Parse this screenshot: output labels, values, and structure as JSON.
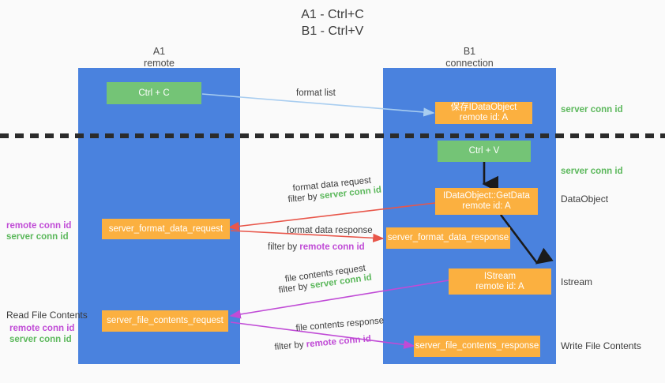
{
  "title": "A1 - Ctrl+C\nB1 - Ctrl+V",
  "columns": [
    {
      "name": "A1",
      "role": "remote",
      "header": "A1\nremote"
    },
    {
      "name": "B1",
      "role": "connection",
      "header": "B1\nconnection"
    }
  ],
  "colors": {
    "background": "#fafafa",
    "column_blue": "#4a82de",
    "box_green": "#74c476",
    "box_orange": "#fbb040",
    "server_conn_green": "#5cb85c",
    "remote_conn_purple": "#c04bd6",
    "arrow_blue": "#a8cdf0",
    "arrow_red": "#e8564a",
    "arrow_magenta": "#c04bd6",
    "arrow_black": "#1a1a1a",
    "divider_dash": "#2b2b2b",
    "text": "#3c3c3c"
  },
  "boxes": {
    "ctrl_c": "Ctrl + C",
    "ctrl_v": "Ctrl + V",
    "save_idataobject": "保存IDataObject\nremote id: A",
    "idataobject_getdata": "IDataObject::GetData\nremote id: A",
    "istream": "IStream\nremote id: A",
    "server_format_data_request": "server_format_data_request",
    "server_format_data_response": "server_format_data_response",
    "server_file_contents_request": "server_file_contents_request",
    "server_file_contents_response": "server_file_contents_response"
  },
  "annotations": {
    "format_list": "format list",
    "format_data_request": "format data request",
    "format_data_response": "format data response",
    "file_contents_request": "file contents request",
    "file_contents_response": "file contents response",
    "filter_by": "filter by ",
    "server_conn_id": "server conn id",
    "remote_conn_id": "remote conn id"
  },
  "side_labels": {
    "server_conn_id_top": "server conn id",
    "server_conn_id_mid": "server conn id",
    "dataobject": "DataObject",
    "istream": "Istream",
    "write_file_contents": "Write File Contents",
    "read_file_contents": "Read File Contents"
  },
  "left_conn_groups": [
    {
      "remote": "remote conn id",
      "server": "server conn id"
    },
    {
      "remote": "remote conn id",
      "server": "server conn id"
    }
  ]
}
